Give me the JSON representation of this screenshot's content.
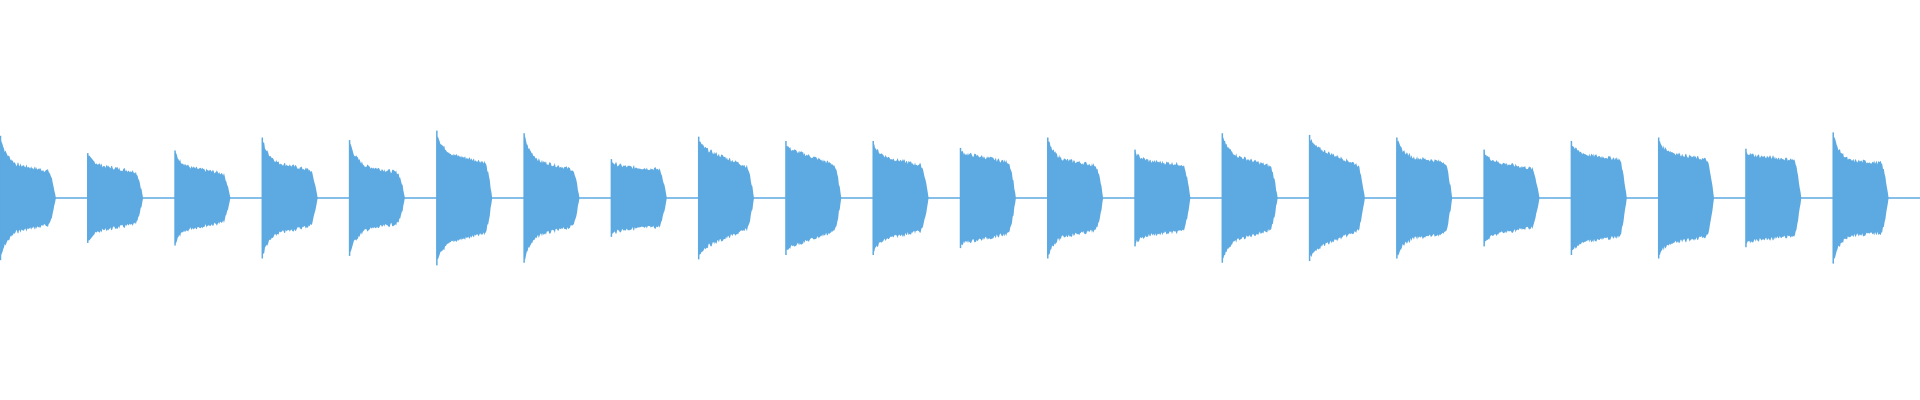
{
  "waveform": {
    "color": "#5DA9E1",
    "background": "#FFFFFF",
    "segment_count": 22,
    "segments": [
      {
        "peak": 0.72,
        "body": 0.42,
        "tail": 0.34
      },
      {
        "peak": 0.52,
        "body": 0.4,
        "tail": 0.33
      },
      {
        "peak": 0.55,
        "body": 0.38,
        "tail": 0.31
      },
      {
        "peak": 0.7,
        "body": 0.44,
        "tail": 0.35
      },
      {
        "peak": 0.67,
        "body": 0.4,
        "tail": 0.32
      },
      {
        "peak": 0.78,
        "body": 0.54,
        "tail": 0.45
      },
      {
        "peak": 0.75,
        "body": 0.46,
        "tail": 0.36
      },
      {
        "peak": 0.45,
        "body": 0.39,
        "tail": 0.36
      },
      {
        "peak": 0.71,
        "body": 0.56,
        "tail": 0.4
      },
      {
        "peak": 0.66,
        "body": 0.56,
        "tail": 0.42
      },
      {
        "peak": 0.66,
        "body": 0.5,
        "tail": 0.41
      },
      {
        "peak": 0.58,
        "body": 0.53,
        "tail": 0.45
      },
      {
        "peak": 0.7,
        "body": 0.48,
        "tail": 0.41
      },
      {
        "peak": 0.56,
        "body": 0.46,
        "tail": 0.42
      },
      {
        "peak": 0.75,
        "body": 0.52,
        "tail": 0.4
      },
      {
        "peak": 0.73,
        "body": 0.58,
        "tail": 0.42
      },
      {
        "peak": 0.7,
        "body": 0.51,
        "tail": 0.45
      },
      {
        "peak": 0.56,
        "body": 0.44,
        "tail": 0.37
      },
      {
        "peak": 0.66,
        "body": 0.54,
        "tail": 0.49
      },
      {
        "peak": 0.7,
        "body": 0.56,
        "tail": 0.48
      },
      {
        "peak": 0.57,
        "body": 0.52,
        "tail": 0.48
      },
      {
        "peak": 0.76,
        "body": 0.47,
        "tail": 0.44
      }
    ]
  }
}
